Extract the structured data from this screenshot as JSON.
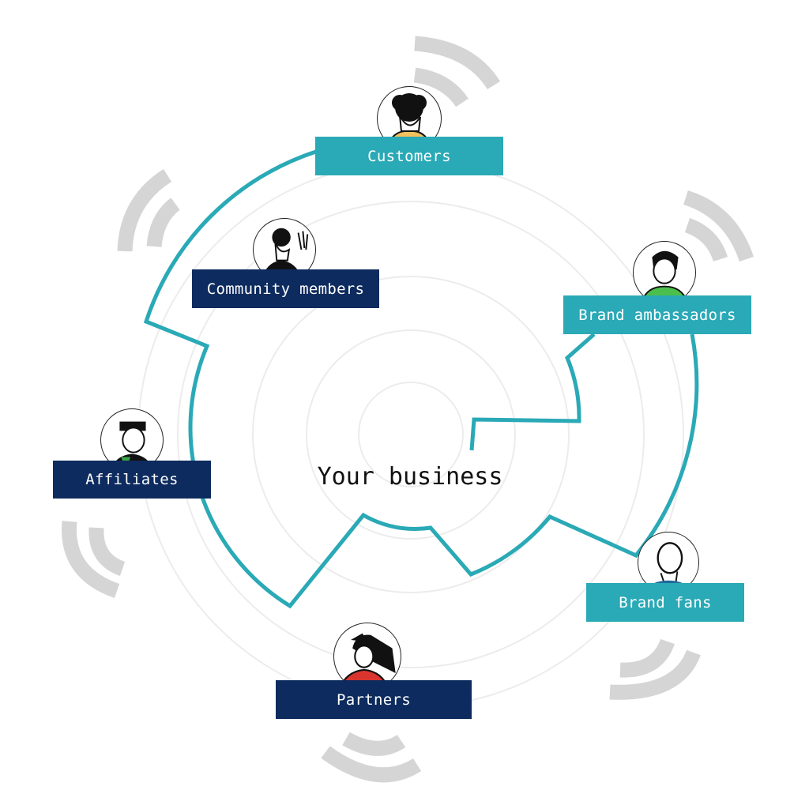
{
  "center": {
    "label": "Your business"
  },
  "colors": {
    "teal": "#2aa9b6",
    "navy": "#0d2b5e",
    "ring": "#ececec",
    "wave": "#d5d5d5",
    "connector": "#2aa9b6"
  },
  "stakeholders": [
    {
      "id": "customers",
      "label": "Customers",
      "style": "teal",
      "icon": "customer-avatar-icon"
    },
    {
      "id": "community-members",
      "label": "Community members",
      "style": "navy",
      "icon": "community-member-avatar-icon"
    },
    {
      "id": "brand-ambassadors",
      "label": "Brand ambassadors",
      "style": "teal",
      "icon": "brand-ambassador-avatar-icon"
    },
    {
      "id": "affiliates",
      "label": "Affiliates",
      "style": "navy",
      "icon": "affiliate-avatar-icon"
    },
    {
      "id": "brand-fans",
      "label": "Brand fans",
      "style": "teal",
      "icon": "brand-fan-avatar-icon"
    },
    {
      "id": "partners",
      "label": "Partners",
      "style": "navy",
      "icon": "partner-avatar-icon"
    }
  ]
}
